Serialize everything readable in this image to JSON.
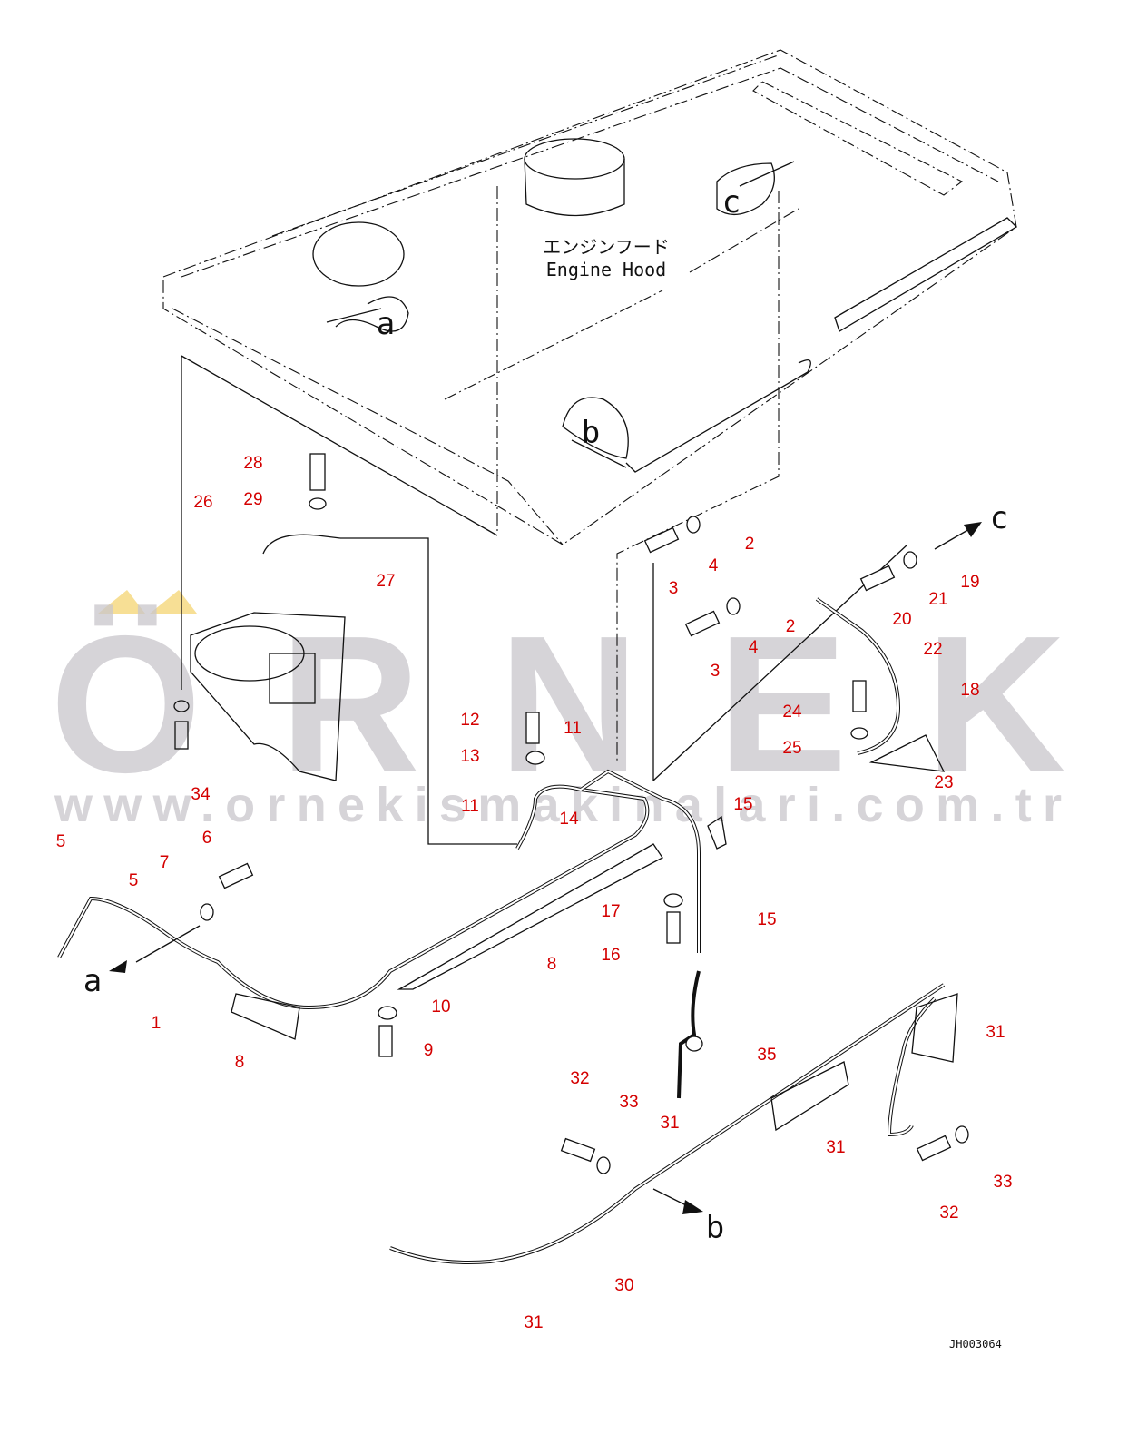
{
  "title": {
    "jp": "エンジンフード",
    "en": "Engine Hood"
  },
  "drawing_code": "JH003064",
  "watermark": {
    "brand": "ÖRNEK",
    "url": "www.ornekismakinalari.com.tr",
    "color": "#c9c6cc",
    "accent": "#f5d77a"
  },
  "callout_color": "#d40000",
  "view_letters": [
    "a",
    "c",
    "b",
    "c",
    "a",
    "b"
  ],
  "callouts": [
    "28",
    "29",
    "26",
    "27",
    "34",
    "2",
    "4",
    "3",
    "2",
    "4",
    "3",
    "19",
    "21",
    "20",
    "22",
    "18",
    "24",
    "25",
    "23",
    "12",
    "11",
    "13",
    "11",
    "14",
    "15",
    "15",
    "17",
    "16",
    "8",
    "10",
    "9",
    "8",
    "1",
    "5",
    "5",
    "7",
    "6",
    "35",
    "32",
    "33",
    "31",
    "31",
    "31",
    "33",
    "32",
    "30",
    "31"
  ]
}
